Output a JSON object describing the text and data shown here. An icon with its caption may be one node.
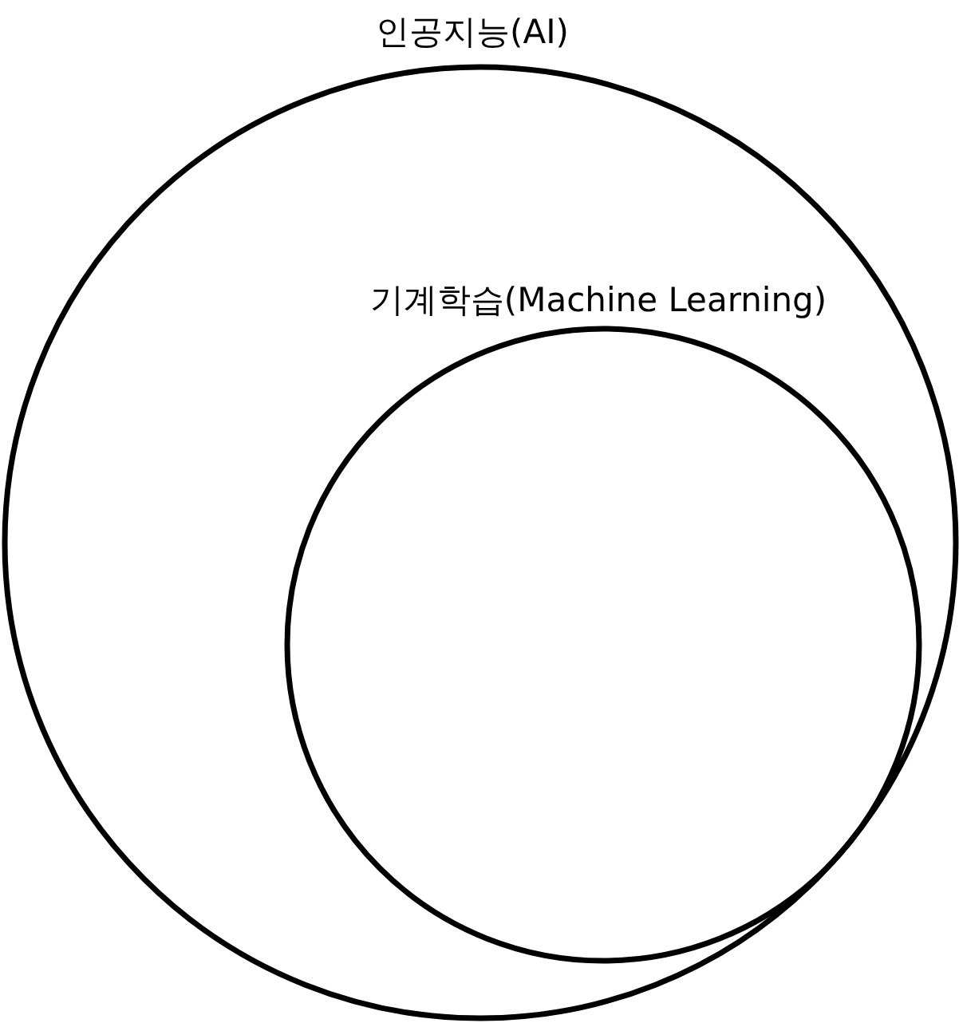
{
  "diagram": {
    "nodes": [
      {
        "text": [
          "인공지능(AI)"
        ]
      },
      {
        "text": [
          "기계학습(Machine Learning)"
        ],
        "in": 0
      }
    ]
  }
}
